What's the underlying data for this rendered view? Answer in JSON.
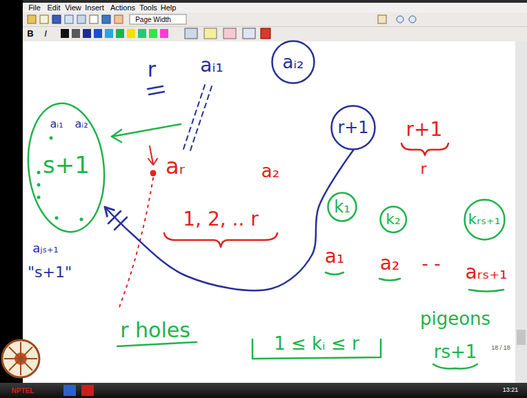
{
  "diagram": {
    "nodes": [
      {
        "text": [
          "aᵢ₁",
          "aᵢ₂",
          "s+1",
          "aⱼₛ₊₁"
        ]
      },
      {
        "text": [
          "aᵢ₂"
        ]
      },
      {
        "text": [
          "r+1"
        ]
      },
      {
        "text": [
          "k₁"
        ]
      },
      {
        "text": [
          "k₂"
        ]
      },
      {
        "text": [
          "kᵣₛ₊₁"
        ]
      }
    ],
    "edges": [
      {
        "from": 2,
        "to": 0,
        "arrow": "to"
      }
    ],
    "labels": [
      "File",
      "Edit",
      "View",
      "Insert",
      "Actions",
      "Tools",
      "Help",
      "Page Width",
      "B",
      "I",
      "r",
      "aᵢ₁",
      "\"s+1\"",
      "r+1",
      "r",
      "aᵣ",
      "a₂",
      "1, 2, .. r",
      "a₁",
      "a₂",
      "- -",
      "aᵣₛ₊₁",
      "pigeons",
      "rs+1",
      "r holes",
      "1 ≤ kᵢ ≤ r",
      "18 / 18",
      "13:21",
      "NPTEL"
    ]
  }
}
